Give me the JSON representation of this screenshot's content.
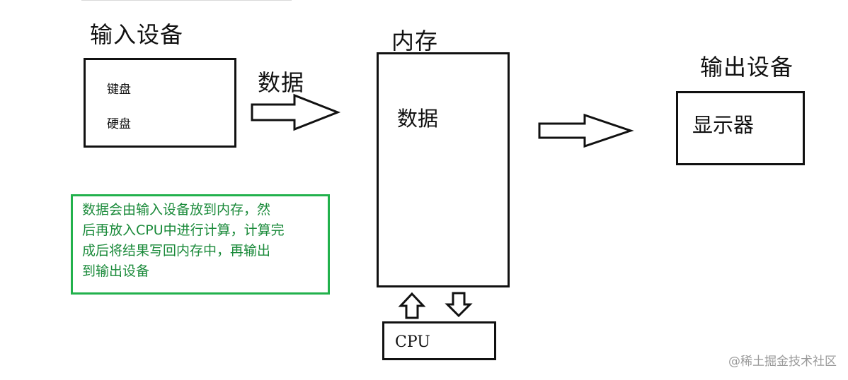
{
  "input_device": {
    "title": "输入设备",
    "items": [
      "键盘",
      "硬盘"
    ]
  },
  "arrow_label": "数据",
  "memory": {
    "title": "内存",
    "content": "数据"
  },
  "output_device": {
    "title": "输出设备",
    "content": "显示器"
  },
  "note": {
    "lines": [
      "数据会由输入设备放到内存，然",
      "后再放入CPU中进行计算，计算完",
      "成后将结果写回内存中，再输出",
      "到输出设备"
    ],
    "border_color": "#22b14c"
  },
  "cpu": {
    "label": "CPU"
  },
  "watermark": "@稀土掘金技术社区"
}
